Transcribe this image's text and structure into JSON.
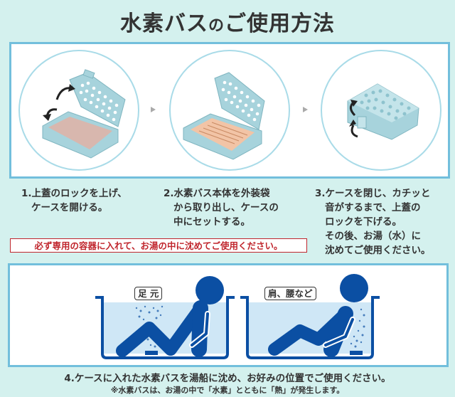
{
  "header": {
    "title_part1": "水素バス",
    "title_part2": "の",
    "title_part3": "ご使用方法"
  },
  "steps": [
    {
      "number": "1.",
      "lines": [
        "上蓋のロックを上げ、",
        "ケースを開ける。"
      ],
      "illustration": "case-opening-icon"
    },
    {
      "number": "2.",
      "lines": [
        "水素バス本体を外装袋",
        "から取り出し、ケースの",
        "中にセットする。"
      ],
      "illustration": "case-with-packet-icon"
    },
    {
      "number": "3.",
      "lines": [
        "ケースを閉じ、カチッと",
        "音がするまで、上蓋の",
        "ロックを下げる。",
        "その後、お湯（水）に",
        "沈めてご使用ください。"
      ],
      "illustration": "case-closing-icon"
    }
  ],
  "warning": "必ず専用の容器に入れて、お湯の中に沈めてご使用ください。",
  "bath": {
    "positions": [
      {
        "label": "足 元",
        "icon": "bath-feet-icon"
      },
      {
        "label": "肩、腰など",
        "icon": "bath-back-icon"
      }
    ]
  },
  "footer": {
    "main": "4.ケースに入れた水素バスを湯船に沈め、お好みの位置でご使用ください。",
    "note": "※水素バスは、お湯の中で「水素」とともに「熱」が発生します。"
  },
  "colors": {
    "background": "#d4f1ee",
    "box_border": "#72bfdc",
    "circle_border": "#a9dbe8",
    "warning_red": "#c0262d",
    "figure_blue": "#0b4fa3",
    "water": "#cfe7f6",
    "case": "#a7d3dc"
  }
}
